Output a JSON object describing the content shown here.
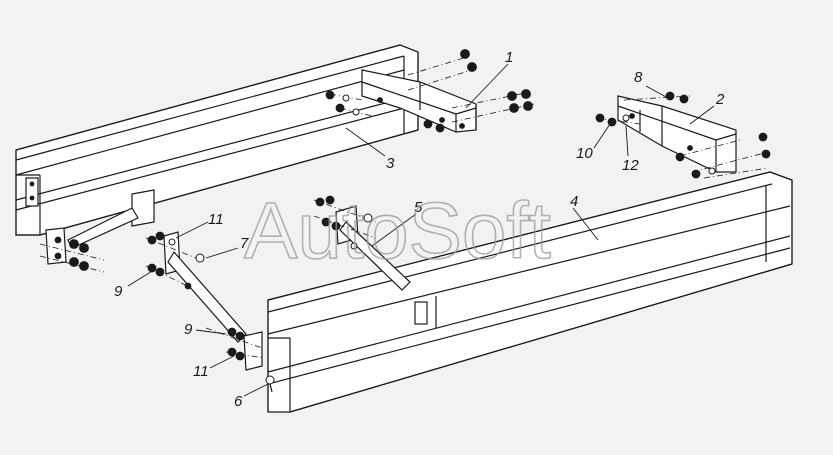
{
  "watermark": "AutoSoft",
  "callouts": {
    "c1": "1",
    "c2": "2",
    "c3": "3",
    "c4": "4",
    "c5": "5",
    "c6": "6",
    "c7": "7",
    "c8": "8",
    "c9a": "9",
    "c9b": "9",
    "c10": "10",
    "c11a": "11",
    "c11b": "11",
    "c12": "12"
  },
  "colors": {
    "background": "#f2f2f2",
    "line": "#1a1a1a",
    "watermark": "#9a9a9a"
  }
}
